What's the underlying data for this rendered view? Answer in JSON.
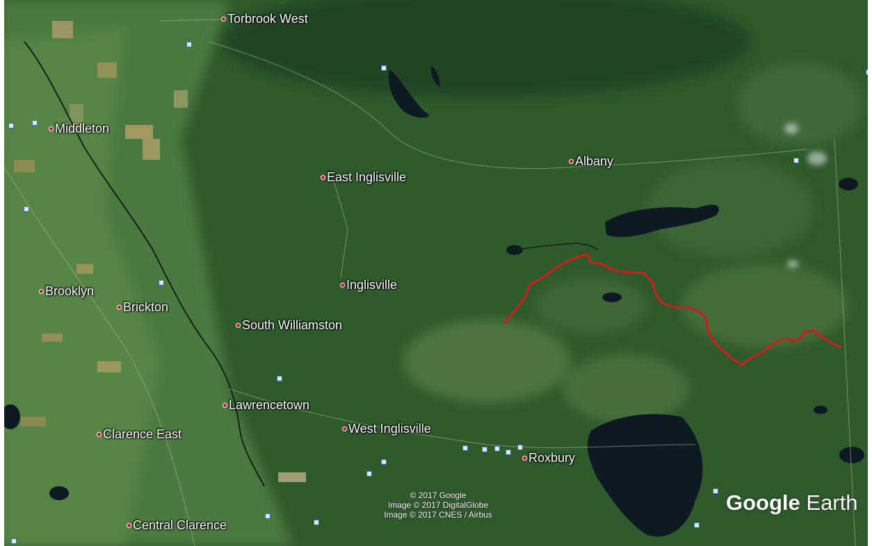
{
  "places": [
    {
      "id": "torbrook-west",
      "label": "Torbrook West"
    },
    {
      "id": "middleton",
      "label": "Middleton"
    },
    {
      "id": "albany",
      "label": "Albany"
    },
    {
      "id": "east-inglisville",
      "label": "East Inglisville"
    },
    {
      "id": "brooklyn",
      "label": "Brooklyn"
    },
    {
      "id": "brickton",
      "label": "Brickton"
    },
    {
      "id": "inglisville",
      "label": "Inglisville"
    },
    {
      "id": "south-williamston",
      "label": "South Williamston"
    },
    {
      "id": "lawrencetown",
      "label": "Lawrencetown"
    },
    {
      "id": "west-inglisville",
      "label": "West Inglisville"
    },
    {
      "id": "clarence-east",
      "label": "Clarence East"
    },
    {
      "id": "roxbury",
      "label": "Roxbury"
    },
    {
      "id": "central-clarence",
      "label": "Central Clarence"
    }
  ],
  "attribution": {
    "line1": "© 2017 Google",
    "line2": "Image © 2017 DigitalGlobe",
    "line3": "Image © 2017 CNES / Airbus"
  },
  "brand": {
    "part1": "Google",
    "part2": " Earth"
  },
  "colors": {
    "route": "#d41b1b",
    "pin": "#c8102e",
    "forest": "#2f5a2c",
    "water": "#0d1a22"
  }
}
